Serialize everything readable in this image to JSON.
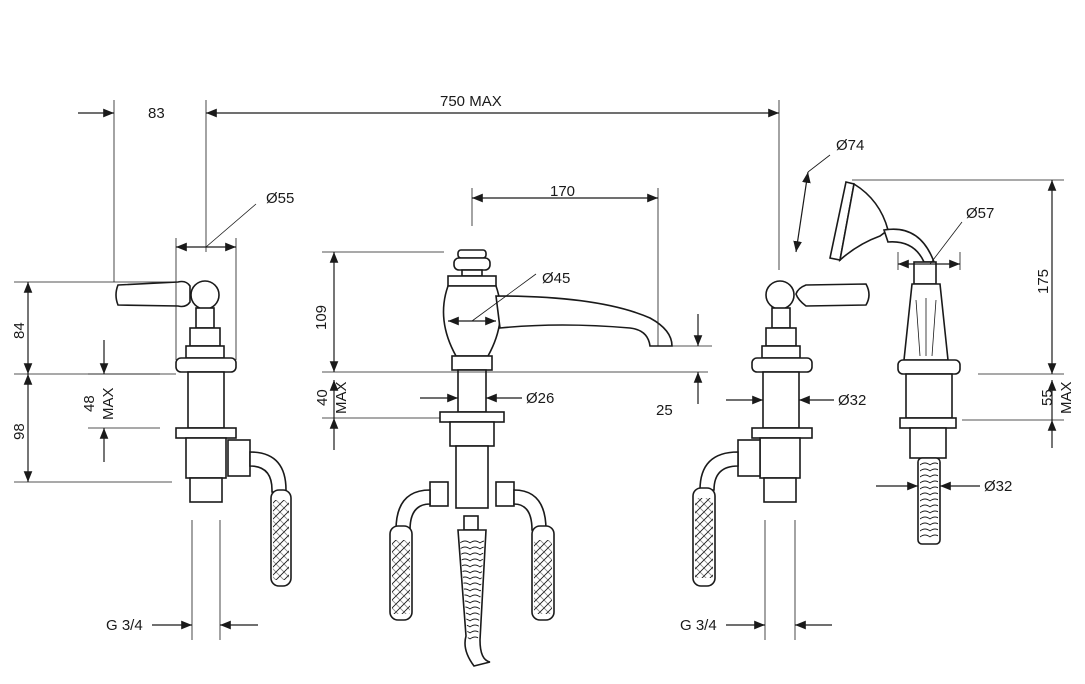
{
  "dimensions": {
    "d83": "83",
    "d750": "750 MAX",
    "d55": "Ø55",
    "d170": "170",
    "d45": "Ø45",
    "d109": "109",
    "d84": "84",
    "d48_num": "48",
    "d48_max": "MAX",
    "d98": "98",
    "d40_num": "40",
    "d40_max": "MAX",
    "d26": "Ø26",
    "d25": "25",
    "d32a": "Ø32",
    "d74": "Ø74",
    "d57": "Ø57",
    "d175": "175",
    "d55_num": "55",
    "d55_max": "MAX",
    "d32b": "Ø32",
    "g34_left": "G 3/4",
    "g34_right": "G 3/4"
  }
}
